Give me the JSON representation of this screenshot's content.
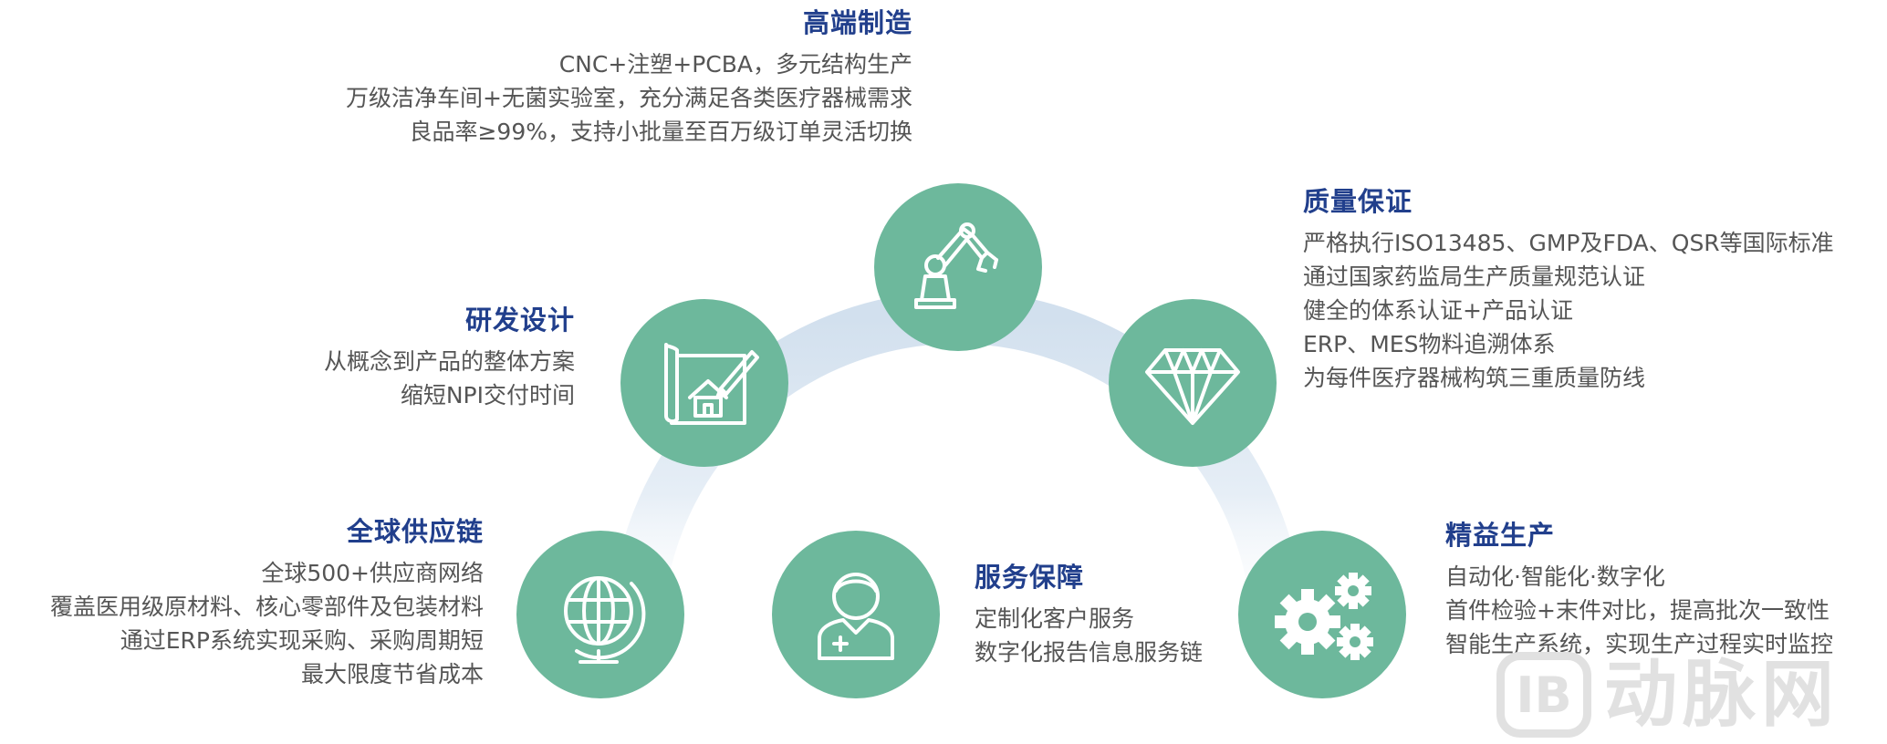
{
  "colors": {
    "node": "#6db89c",
    "title": "#213f8c",
    "text": "#555555",
    "arc": "#d4e2ef"
  },
  "sections": {
    "manufacturing": {
      "title": "高端制造",
      "icon": "robot-arm-icon",
      "lines": [
        "CNC+注塑+PCBA，多元结构生产",
        "万级洁净车间+无菌实验室，充分满足各类医疗器械需求",
        "良品率≥99%，支持小批量至百万级订单灵活切换"
      ]
    },
    "quality": {
      "title": "质量保证",
      "icon": "diamond-icon",
      "lines": [
        "严格执行ISO13485、GMP及FDA、QSR等国际标准",
        "通过国家药监局生产质量规范认证",
        "健全的体系认证+产品认证",
        "ERP、MES物料追溯体系",
        "为每件医疗器械构筑三重质量防线"
      ]
    },
    "design": {
      "title": "研发设计",
      "icon": "blueprint-pencil-icon",
      "lines": [
        "从概念到产品的整体方案",
        "缩短NPI交付时间"
      ]
    },
    "supply": {
      "title": "全球供应链",
      "icon": "globe-icon",
      "lines": [
        "全球500+供应商网络",
        "覆盖医用级原材料、核心零部件及包装材料",
        "通过ERP系统实现采购、采购周期短",
        "最大限度节省成本"
      ]
    },
    "service": {
      "title": "服务保障",
      "icon": "doctor-icon",
      "lines": [
        "定制化客户服务",
        "数字化报告信息服务链"
      ]
    },
    "lean": {
      "title": "精益生产",
      "icon": "gears-icon",
      "lines": [
        "自动化·智能化·数字化",
        "首件检验+末件对比，提高批次一致性",
        "智能生产系统，实现生产过程实时监控"
      ]
    }
  },
  "watermark": {
    "logo": "IB",
    "text": "动脉网"
  }
}
